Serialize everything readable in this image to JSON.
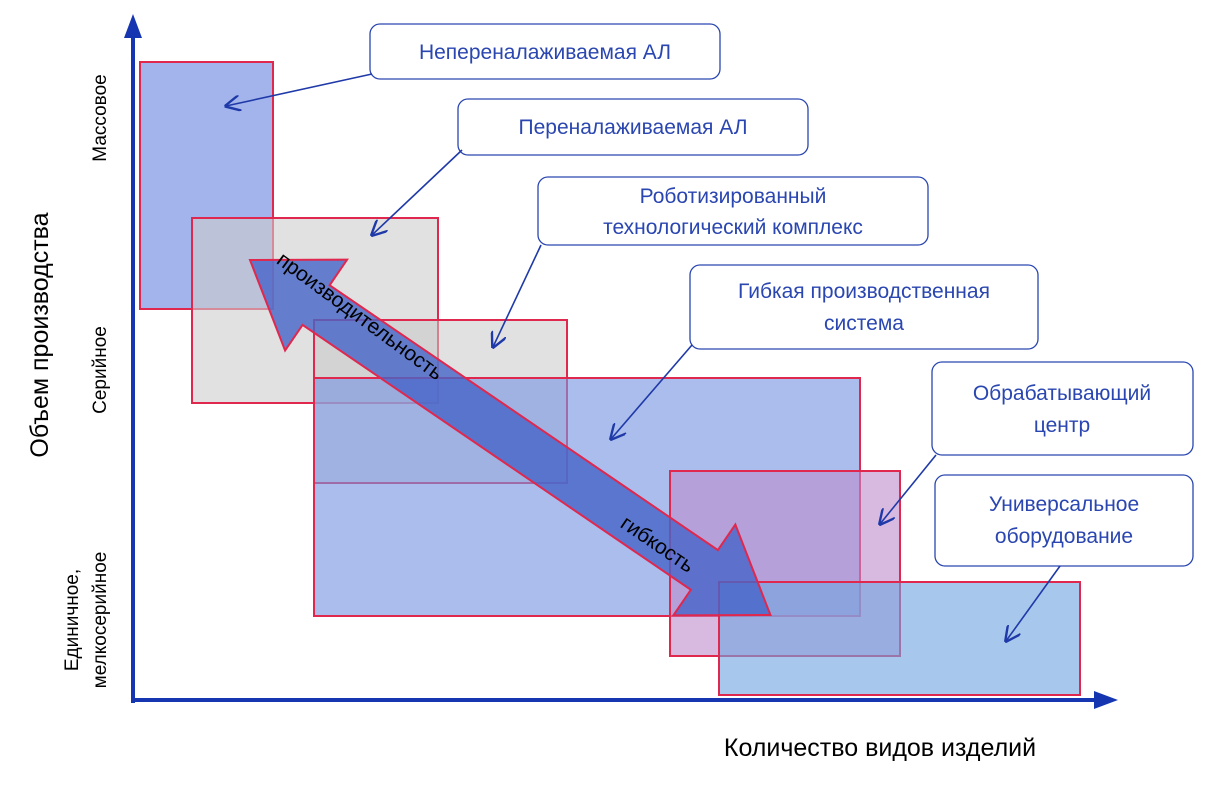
{
  "axes": {
    "y_title": "Объем производства",
    "x_title": "Количество видов изделий",
    "y_levels": [
      "Массовое",
      "Серийное",
      "Единичное,",
      "мелкосерийное"
    ]
  },
  "arrow": {
    "top_label": "производительность",
    "bottom_label": "гибкость"
  },
  "callouts": [
    {
      "lines": [
        "Непереналаживаемая АЛ"
      ]
    },
    {
      "lines": [
        "Переналаживаемая АЛ"
      ]
    },
    {
      "lines": [
        "Роботизированный",
        "технологический комплекс"
      ]
    },
    {
      "lines": [
        "Гибкая производственная",
        "система"
      ]
    },
    {
      "lines": [
        "Обрабатывающий",
        "центр"
      ]
    },
    {
      "lines": [
        "Универсальное",
        "оборудование"
      ]
    }
  ],
  "colors": {
    "axis": "#1536b0",
    "rect_border": "#e0284e",
    "callout_text": "#2a46b0"
  }
}
